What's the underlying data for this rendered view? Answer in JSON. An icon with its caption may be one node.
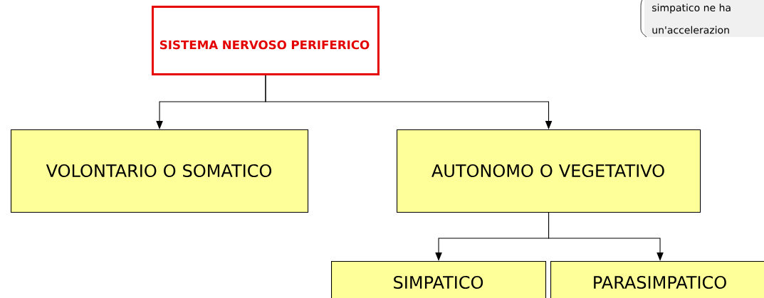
{
  "diagram": {
    "nodes": [
      {
        "text": [
          "SISTEMA NERVOSO PERIFERICO"
        ]
      },
      {
        "text": [
          "VOLONTARIO O SOMATICO"
        ]
      },
      {
        "text": [
          "AUTONOMO O VEGETATIVO"
        ]
      },
      {
        "text": [
          "SIMPATICO"
        ]
      },
      {
        "text": [
          "PARASIMPATICO"
        ]
      }
    ],
    "edges": [
      {
        "from": 0,
        "to": 1,
        "arrow": "to"
      },
      {
        "from": 0,
        "to": 2,
        "arrow": "to"
      },
      {
        "from": 2,
        "to": 3,
        "arrow": "to"
      },
      {
        "from": 2,
        "to": 4,
        "arrow": "to"
      }
    ],
    "labels": [
      "simpatico ne ha",
      "un'accelerazion"
    ]
  }
}
